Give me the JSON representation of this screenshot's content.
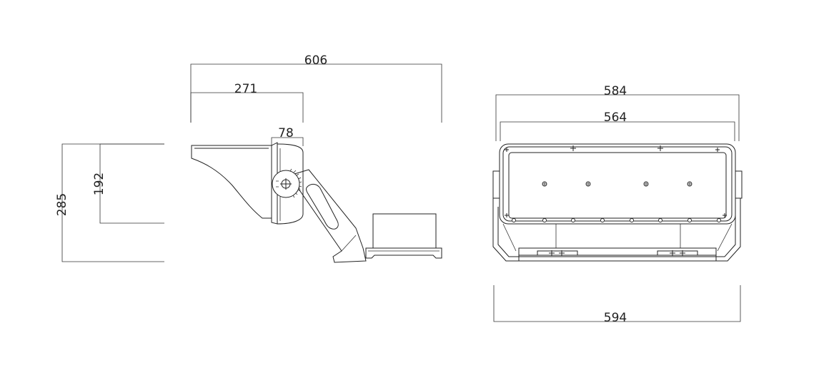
{
  "dimensions": {
    "side_overall_length": "606",
    "side_body_length": "271",
    "side_bracket_width": "78",
    "side_total_height": "285",
    "side_body_height": "192",
    "front_outer_width": "584",
    "front_inner_width": "564",
    "front_bracket_width": "594"
  }
}
